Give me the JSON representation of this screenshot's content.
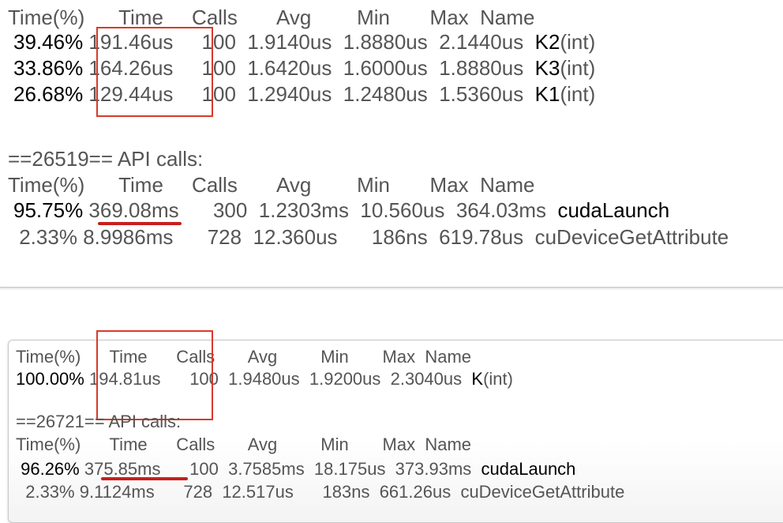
{
  "top": {
    "gpu_header": "Time(%)      Time     Calls       Avg        Min       Max  Name",
    "gpu_rows": [
      {
        "pct": "39.46%",
        "time": "191.46us",
        "rest": "     100  1.9140us  1.8880us  2.1440us  ",
        "name": "K2",
        "args": "(int)"
      },
      {
        "pct": "33.86%",
        "time": "164.26us",
        "rest": "     100  1.6420us  1.6000us  1.8880us  ",
        "name": "K3",
        "args": "(int)"
      },
      {
        "pct": "26.68%",
        "time": "129.44us",
        "rest": "     100  1.2940us  1.2480us  1.5360us  ",
        "name": "K1",
        "args": "(int)"
      }
    ],
    "api_title": "==26519== API calls:",
    "api_header": "Time(%)      Time     Calls       Avg        Min       Max  Name",
    "api_rows": [
      {
        "pct": "95.75%",
        "time": "369.08ms",
        "rest": "      300  1.2303ms  10.560us  364.03ms  ",
        "name": "cudaLaunch"
      },
      {
        "pct": " 2.33%",
        "time": "8.9986ms",
        "rest": "      728  12.360us      186ns  619.78us  ",
        "name": "cuDeviceGetAttribute"
      }
    ]
  },
  "bottom": {
    "gpu_header": "Time(%)      Time      Calls       Avg         Min       Max  Name",
    "gpu_rows": [
      {
        "pct": "100.00%",
        "time": "194.81us",
        "rest": "      100  1.9480us  1.9200us  2.3040us  ",
        "name": "K",
        "args": "(int)"
      }
    ],
    "api_title": "==26721== API calls:",
    "api_header": "Time(%)      Time      Calls       Avg         Min       Max  Name",
    "api_rows": [
      {
        "pct": " 96.26%",
        "time": "375.85ms",
        "rest": "      100  3.7585ms  18.175us  373.93ms  ",
        "name": "cudaLaunch"
      },
      {
        "pct": "  2.33%",
        "time": "9.1124ms",
        "rest": "      728  12.517us      183ns  661.26us  ",
        "name": "cuDeviceGetAttribute"
      }
    ]
  },
  "colors": {
    "highlight_box": "#d83a2a",
    "underline": "#c81e1e",
    "text": "#555555",
    "emphasis": "#000000"
  }
}
